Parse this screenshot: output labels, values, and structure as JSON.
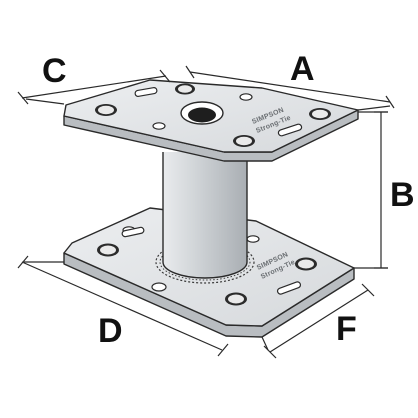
{
  "dimension_labels": {
    "a": "A",
    "b": "B",
    "c": "C",
    "d": "D",
    "f": "F"
  },
  "stamps": {
    "top_line1": "SIMPSON",
    "top_line2": "Strong-Tie",
    "bottom_line1": "SIMPSON",
    "bottom_line2": "Strong-Tie"
  },
  "colors": {
    "plate_top": "#e2e4e6",
    "plate_edge": "#b9bdc1",
    "post": "#c9cdd1",
    "outline": "#2a2a2a",
    "dimension_line": "#2a2a2a",
    "hole": "#2b2b2b",
    "label": "#111111"
  }
}
